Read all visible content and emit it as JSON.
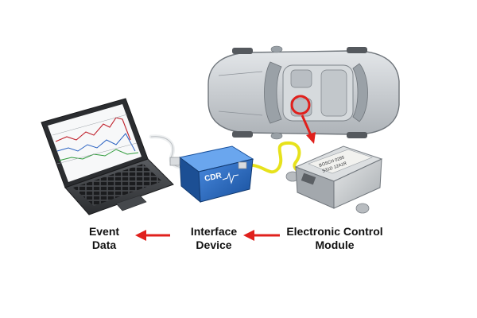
{
  "colors": {
    "arrow": "#e0201c",
    "device_blue": "#1f5fb8",
    "cable_yellow": "#e7e21c",
    "car_gray": "#c4c8cc",
    "module_silver": "#c9ccce"
  },
  "icons": [
    "car-illustration",
    "laptop-illustration",
    "interface-device-illustration",
    "control-module-illustration",
    "highlight-circle-icon",
    "arrow-icon"
  ],
  "labels": {
    "event_line1": "Event",
    "event_line2": "Data",
    "interface_line1": "Interface",
    "interface_line2": "Device",
    "ecm_line1": "Electronic Control",
    "ecm_line2": "Module"
  },
  "device_text": {
    "brand": "CDR",
    "module_line1": "BOSCH 0285",
    "module_line2": "S31D 12A1R"
  }
}
